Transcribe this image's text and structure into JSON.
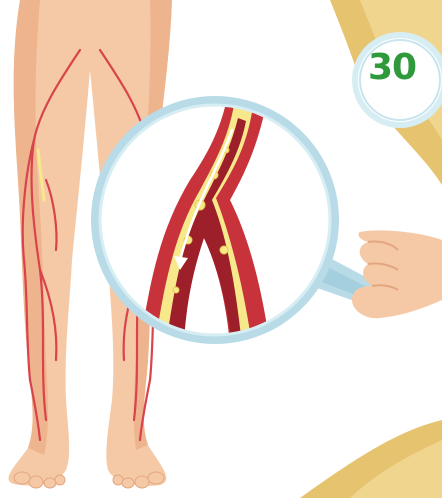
{
  "badge": {
    "number": "30"
  },
  "colors": {
    "skin": "#f5c9a6",
    "skin_shadow": "#eeb48e",
    "vein": "#d9434b",
    "artery_outer": "#c8333b",
    "artery_dark": "#9c1f2a",
    "plaque": "#f7e98b",
    "magnifier_rim": "#b9dbe8",
    "gold": "#e6c36e",
    "badge_green": "#2e9a3b"
  },
  "icons": {
    "legs": "legs-illustration",
    "magnifier": "magnifier-icon",
    "hand": "hand-icon",
    "artery": "artery-cross-section",
    "flow_arrow": "flow-arrow-icon"
  }
}
